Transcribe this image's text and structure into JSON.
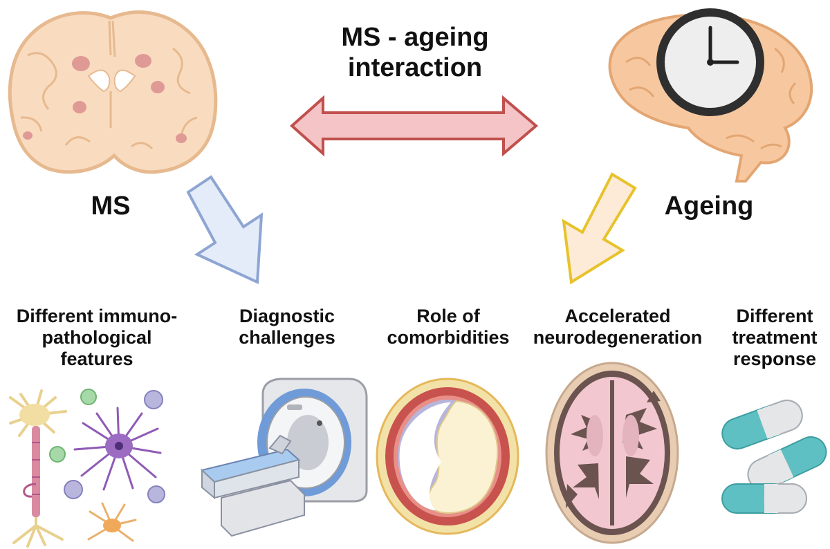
{
  "title": {
    "line1": "MS - ageing",
    "line2": "interaction"
  },
  "nodes": {
    "ms": "MS",
    "ageing": "Ageing"
  },
  "outcomes": [
    {
      "line1": "Different immuno-",
      "line2": "pathological",
      "line3": "features",
      "icon": "neural-cells-icon"
    },
    {
      "line1": "Diagnostic",
      "line2": "challenges",
      "icon": "mri-scanner-icon"
    },
    {
      "line1": "Role of",
      "line2": "comorbidities",
      "icon": "artery-cross-section-icon"
    },
    {
      "line1": "Accelerated",
      "line2": "neurodegeneration",
      "icon": "atrophic-brain-icon"
    },
    {
      "line1": "Different",
      "line2": "treatment",
      "line3": "response",
      "icon": "capsules-icon"
    }
  ],
  "colors": {
    "brain_fill": "#f9dcc0",
    "brain_stroke": "#e7b98f",
    "lesion": "#df9a96",
    "double_arrow_fill": "#f4c4c6",
    "double_arrow_stroke": "#c0504d",
    "ms_arrow_fill": "#e4ecf9",
    "ms_arrow_stroke": "#8ea5d3",
    "ageing_arrow_fill": "#fdebd8",
    "ageing_arrow_stroke": "#e8c22a",
    "capsule_teal": "#5fc0c3",
    "capsule_grey": "#e4e6e8"
  }
}
